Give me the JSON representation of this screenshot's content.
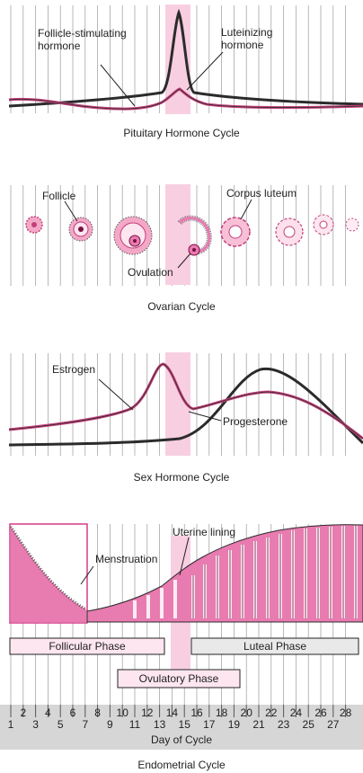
{
  "days": [
    "1",
    "2",
    "3",
    "4",
    "5",
    "6",
    "7",
    "8",
    "9",
    "10",
    "11",
    "12",
    "13",
    "14",
    "15",
    "16",
    "17",
    "18",
    "19",
    "20",
    "21",
    "22",
    "23",
    "24",
    "25",
    "26",
    "27",
    "28"
  ],
  "colors": {
    "pink_line": "#c2407a",
    "pink_fill": "#e87bb0",
    "pink_light": "#fbe1ec",
    "ovulation_band": "#f7cfe0",
    "dark_line": "#2b2b2b",
    "gridline": "#999999",
    "axis_band": "#d6d6d6"
  },
  "pituitary": {
    "caption": "Pituitary Hormone Cycle",
    "fsh_label": "Follicle-stimulating hormone",
    "lh_label": "Luteinizing hormone"
  },
  "ovarian": {
    "caption": "Ovarian Cycle",
    "follicle_label": "Follicle",
    "corpus_luteum_label": "Corpus luteum",
    "ovulation_label": "Ovulation"
  },
  "sex_hormone": {
    "caption": "Sex Hormone Cycle",
    "estrogen_label": "Estrogen",
    "progesterone_label": "Progesterone"
  },
  "endometrial": {
    "caption": "Endometrial Cycle",
    "uterine_lining_label": "Uterine lining",
    "menstruation_label": "Menstruation",
    "follicular_phase": "Follicular Phase",
    "luteal_phase": "Luteal Phase",
    "ovulatory_phase": "Ovulatory Phase",
    "axis_label": "Day of Cycle"
  }
}
